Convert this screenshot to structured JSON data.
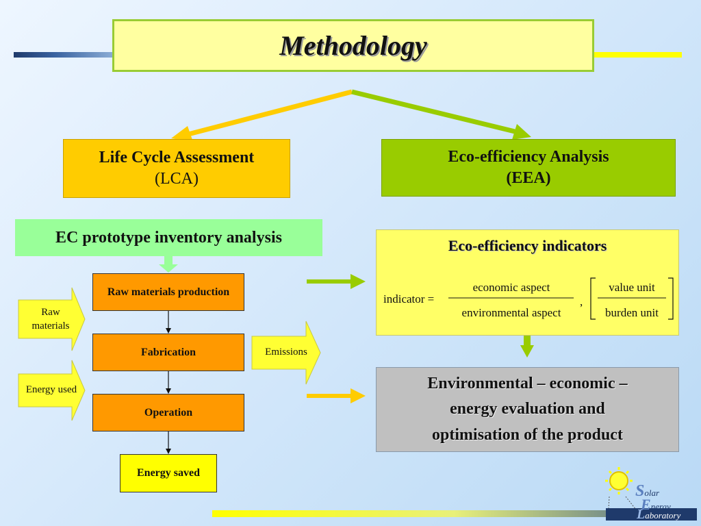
{
  "title": "Methodology",
  "lca": {
    "line1": "Life Cycle Assessment",
    "line2": "(LCA)"
  },
  "eea": {
    "line1": "Eco-efficiency Analysis",
    "line2": "(EEA)"
  },
  "inventory": {
    "label": "EC prototype inventory analysis"
  },
  "process": {
    "raw_production": "Raw materials production",
    "fabrication": "Fabrication",
    "operation": "Operation",
    "energy_saved": "Energy saved"
  },
  "inputs": {
    "raw_line1": "Raw",
    "raw_line2": "materials",
    "energy_used": "Energy used"
  },
  "outputs": {
    "emissions": "Emissions"
  },
  "indicators": {
    "title": "Eco-efficiency indicators",
    "lhs": "indicator =",
    "numerator": "economic aspect",
    "denominator": "environmental aspect",
    "comma": ",",
    "unit_numerator": "value unit",
    "unit_denominator": "burden unit"
  },
  "evaluation": {
    "line1": "Environmental – economic –",
    "line2": "energy evaluation and",
    "line3": "optimisation of the product"
  },
  "logo": {
    "initial1": "S",
    "word1": "olar",
    "initial2": "E",
    "word2": "nergy",
    "initial3": "L",
    "word3": "aboratory"
  },
  "colors": {
    "title_bg": "#ffffa0",
    "lca": "#ffcc00",
    "eea": "#99cc00",
    "inventory": "#99ff99",
    "process": "#ff9900",
    "indicators_bg": "#ffff66",
    "evaluation_bg": "#c0c0c0",
    "arrow_green": "#99cc00",
    "arrow_yellow": "#ffcc00",
    "bar_navy": "#1f3a6b"
  }
}
